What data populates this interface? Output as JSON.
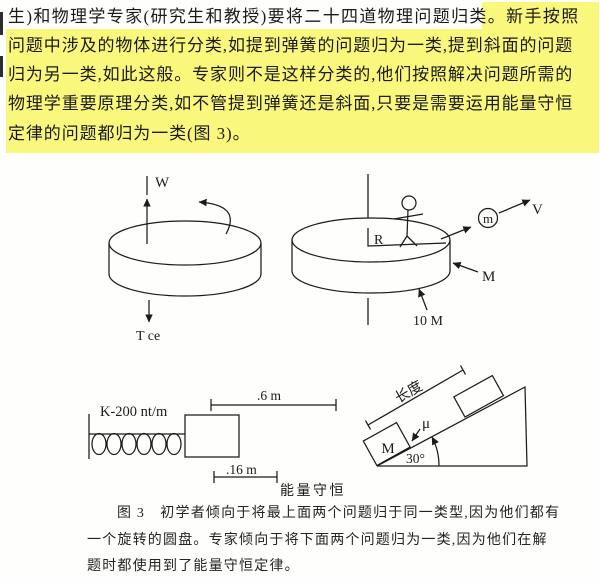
{
  "colors": {
    "paper": "#fefefd",
    "ink": "#1b1b1b",
    "highlight": "#faf77d"
  },
  "paragraph": {
    "line1_pre": "生)和物理学专家(研究生和教授)要将二十四道物理问题归类。",
    "line1_mark": "新手按照",
    "line2": "问题中涉及的物体进行分类,如提到弹簧的问题归为一类,提到斜面的问题",
    "line3": "归为另一类,如此这般。专家则不是这样分类的,他们按照解决问题所需的",
    "line4": "物理学重要原理分类,如不管提到弹簧还是斜面,只要是需要运用能量守恒",
    "line5": "定律的问题都归为一类(图 3)。"
  },
  "figure": {
    "disk1": {
      "weight_label": "W",
      "tension_label": "T ce"
    },
    "disk2": {
      "radius_label": "R",
      "ball_label": "m",
      "velocity_label": "V",
      "disk_mass_label": "M",
      "platform_mass_label": "10 M"
    },
    "spring": {
      "constant_label": "K-200 nt/m",
      "distance_long": ".6 m",
      "distance_short": ".16 m",
      "principle_label": "能量守恒"
    },
    "incline": {
      "length_label": "长度",
      "friction_label": "μ",
      "block_label": "M",
      "angle_label": "30°"
    }
  },
  "caption": {
    "line1": "图 3　初学者倾向于将最上面两个问题归于同一类型,因为他们都有",
    "line2": "一个旋转的圆盘。专家倾向于将下面两个问题归为一类,因为他们在解",
    "line3": "题时都使用到了能量守恒定律。"
  }
}
